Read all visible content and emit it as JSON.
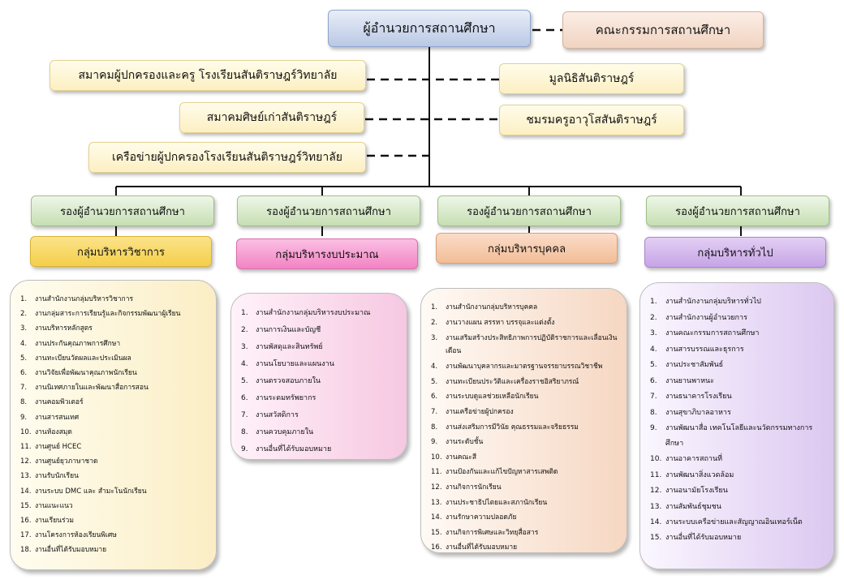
{
  "director": "ผู้อำนวยการสถานศึกษา",
  "committee": "คณะกรรมการสถานศึกษา",
  "associations": [
    "สมาคมผู้ปกครองและครู โรงเรียนสันติราษฎร์วิทยาลัย",
    "สมาคมศิษย์เก่าสันติราษฎร์",
    "เครือข่ายผู้ปกครองโรงเรียนสันติราษฎร์วิทยาลัย",
    "มูลนิธิสันติราษฎร์",
    "ชมรมครูอาวุโสสันติราษฎร์"
  ],
  "columns": [
    {
      "vice": "รองผู้อำนวยการสถานศึกษา",
      "group": "กลุ่มบริหารวิชาการ",
      "items": [
        {
          "n": "1.",
          "t": "งานสำนักงานกลุ่มบริหารวิชาการ"
        },
        {
          "n": "2.",
          "t": "งานกลุ่มสาระการเรียนรู้และกิจกรรมพัฒนาผู้เรียน"
        },
        {
          "n": "3.",
          "t": "งานบริหารหลักสูตร"
        },
        {
          "n": "4.",
          "t": "งานประกันคุณภาพการศึกษา"
        },
        {
          "n": "5.",
          "t": "งานทะเบียนวัดผลและประเมินผล"
        },
        {
          "n": "6.",
          "t": "งานวิจัยเพื่อพัฒนาคุณภาพนักเรียน"
        },
        {
          "n": "7.",
          "t": "งานนิเทศภายในและพัฒนาสื่อการสอน"
        },
        {
          "n": "8.",
          "t": "งานคอมพิวเตอร์"
        },
        {
          "n": "9.",
          "t": "งานสารสนเทศ"
        },
        {
          "n": "10.",
          "t": "งานห้องสมุด"
        },
        {
          "n": "11.",
          "t": "งานศูนย์ HCEC"
        },
        {
          "n": "12.",
          "t": "งานศูนย์ยุวภาษาชาด"
        },
        {
          "n": "13.",
          "t": "งานรับนักเรียน"
        },
        {
          "n": "14.",
          "t": "งานระบบ DMC และ สำมะโนนักเรียน"
        },
        {
          "n": "15.",
          "t": "งานแนะแนว"
        },
        {
          "n": "16.",
          "t": "งานเรียนร่วม"
        },
        {
          "n": "17.",
          "t": "งานโครงการห้องเรียนพิเศษ"
        },
        {
          "n": "18.",
          "t": "งานอื่นที่ได้รับมอบหมาย"
        }
      ]
    },
    {
      "vice": "รองผู้อำนวยการสถานศึกษา",
      "group": "กลุ่มบริหารงบประมาณ",
      "items": [
        {
          "n": "1.",
          "t": "งานสำนักงานกลุ่มบริหารงบประมาณ"
        },
        {
          "n": "2.",
          "t": "งานการเงินและบัญชี"
        },
        {
          "n": "3.",
          "t": "งานพัสดุและสินทรัพย์"
        },
        {
          "n": "4.",
          "t": "งานนโยบายและแผนงาน"
        },
        {
          "n": "5.",
          "t": "งานตรวจสอบภายใน"
        },
        {
          "n": "6.",
          "t": "งานระดมทรัพยากร"
        },
        {
          "n": "7.",
          "t": "งานสวัสดิการ"
        },
        {
          "n": "8.",
          "t": "งานควบคุมภายใน"
        },
        {
          "n": "9.",
          "t": "งานอื่นที่ได้รับมอบหมาย"
        }
      ]
    },
    {
      "vice": "รองผู้อำนวยการสถานศึกษา",
      "group": "กลุ่มบริหารบุคคล",
      "items": [
        {
          "n": "1.",
          "t": "งานสำนักงานกลุ่มบริหารบุคคล"
        },
        {
          "n": "2.",
          "t": "งานวางแผน สรรหา บรรจุและแต่งตั้ง"
        },
        {
          "n": "3.",
          "t": "งานเสริมสร้างประสิทธิภาพการปฏิบัติราชการและเลื่อนเงินเดือน"
        },
        {
          "n": "4.",
          "t": "งานพัฒนาบุคลากรและมาตรฐานจรรยาบรรณวิชาชีพ"
        },
        {
          "n": "5.",
          "t": "งานทะเบียนประวัติและเครื่องราชอิสริยาภรณ์"
        },
        {
          "n": "6.",
          "t": "งานระบบดูแลช่วยเหลือนักเรียน"
        },
        {
          "n": "7.",
          "t": "งานเครือข่ายผู้ปกครอง"
        },
        {
          "n": "8.",
          "t": "งานส่งเสริมการมีวินัย คุณธรรมและจริยธรรม"
        },
        {
          "n": "9.",
          "t": "งานระดับชั้น"
        },
        {
          "n": "10.",
          "t": "งานคณะสี"
        },
        {
          "n": "11.",
          "t": "งานป้องกันและแก้ไขปัญหาสารเสพติด"
        },
        {
          "n": "12.",
          "t": "งานกิจการนักเรียน"
        },
        {
          "n": "13.",
          "t": "งานประชาธิปไตยและสภานักเรียน"
        },
        {
          "n": "14.",
          "t": "งานรักษาความปลอดภัย"
        },
        {
          "n": "15.",
          "t": "งานกิจการพิเศษและวิทยุสื่อสาร"
        },
        {
          "n": "16.",
          "t": "งานอื่นที่ได้รับมอบหมาย"
        }
      ]
    },
    {
      "vice": "รองผู้อำนวยการสถานศึกษา",
      "group": "กลุ่มบริหารทั่วไป",
      "items": [
        {
          "n": "1.",
          "t": "งานสำนักงานกลุ่มบริหารทั่วไป"
        },
        {
          "n": "2.",
          "t": "งานสำนักงานผู้อำนวยการ"
        },
        {
          "n": "3.",
          "t": "งานคณะกรรมการสถานศึกษา"
        },
        {
          "n": "4.",
          "t": "งานสารบรรณและธุรการ"
        },
        {
          "n": "5.",
          "t": "งานประชาสัมพันธ์"
        },
        {
          "n": "6.",
          "t": "งานยานพาหนะ"
        },
        {
          "n": "7.",
          "t": "งานธนาคารโรงเรียน"
        },
        {
          "n": "8.",
          "t": "งานสุขาภิบาลอาหาร"
        },
        {
          "n": "9.",
          "t": "งานพัฒนาสื่อ เทคโนโลยีและนวัตกรรมทางการศึกษา"
        },
        {
          "n": "10.",
          "t": "งานอาคารสถานที่"
        },
        {
          "n": "11.",
          "t": "งานพัฒนาสิ่งแวดล้อม"
        },
        {
          "n": "12.",
          "t": "งานอนามัยโรงเรียน"
        },
        {
          "n": "13.",
          "t": "งานสัมพันธ์ชุมชน"
        },
        {
          "n": "14.",
          "t": "งานระบบเครือข่ายและสัญญาณอินเทอร์เน็ต"
        },
        {
          "n": "15.",
          "t": "งานอื่นที่ได้รับมอบหมาย"
        }
      ]
    }
  ]
}
